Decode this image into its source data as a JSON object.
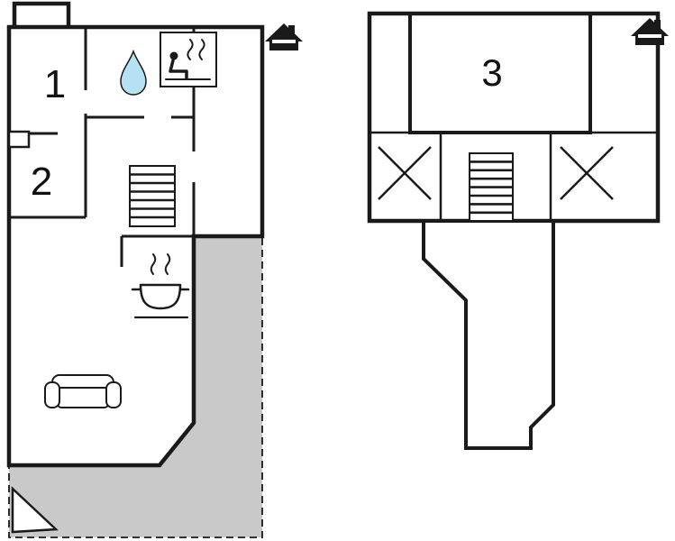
{
  "colors": {
    "wall": "#1a1a1a",
    "terrace-gray": "#c9c9c9",
    "water-blue": "#b4e2f2",
    "background": "#ffffff"
  },
  "ground_floor": {
    "rooms": [
      {
        "label": "1"
      },
      {
        "label": "2"
      }
    ],
    "icons": [
      {
        "name": "house-icon"
      },
      {
        "name": "water-drop-icon"
      },
      {
        "name": "sauna-icon"
      },
      {
        "name": "stairs-icon"
      },
      {
        "name": "cooking-pot-icon"
      },
      {
        "name": "sofa-icon"
      },
      {
        "name": "north-arrow-icon"
      },
      {
        "name": "terrace-area"
      }
    ]
  },
  "upper_floor": {
    "rooms": [
      {
        "label": "3"
      }
    ],
    "icons": [
      {
        "name": "house-icon"
      },
      {
        "name": "stairs-icon"
      },
      {
        "name": "sloped-ceiling-x-icon"
      },
      {
        "name": "sloped-ceiling-x-icon"
      }
    ]
  }
}
